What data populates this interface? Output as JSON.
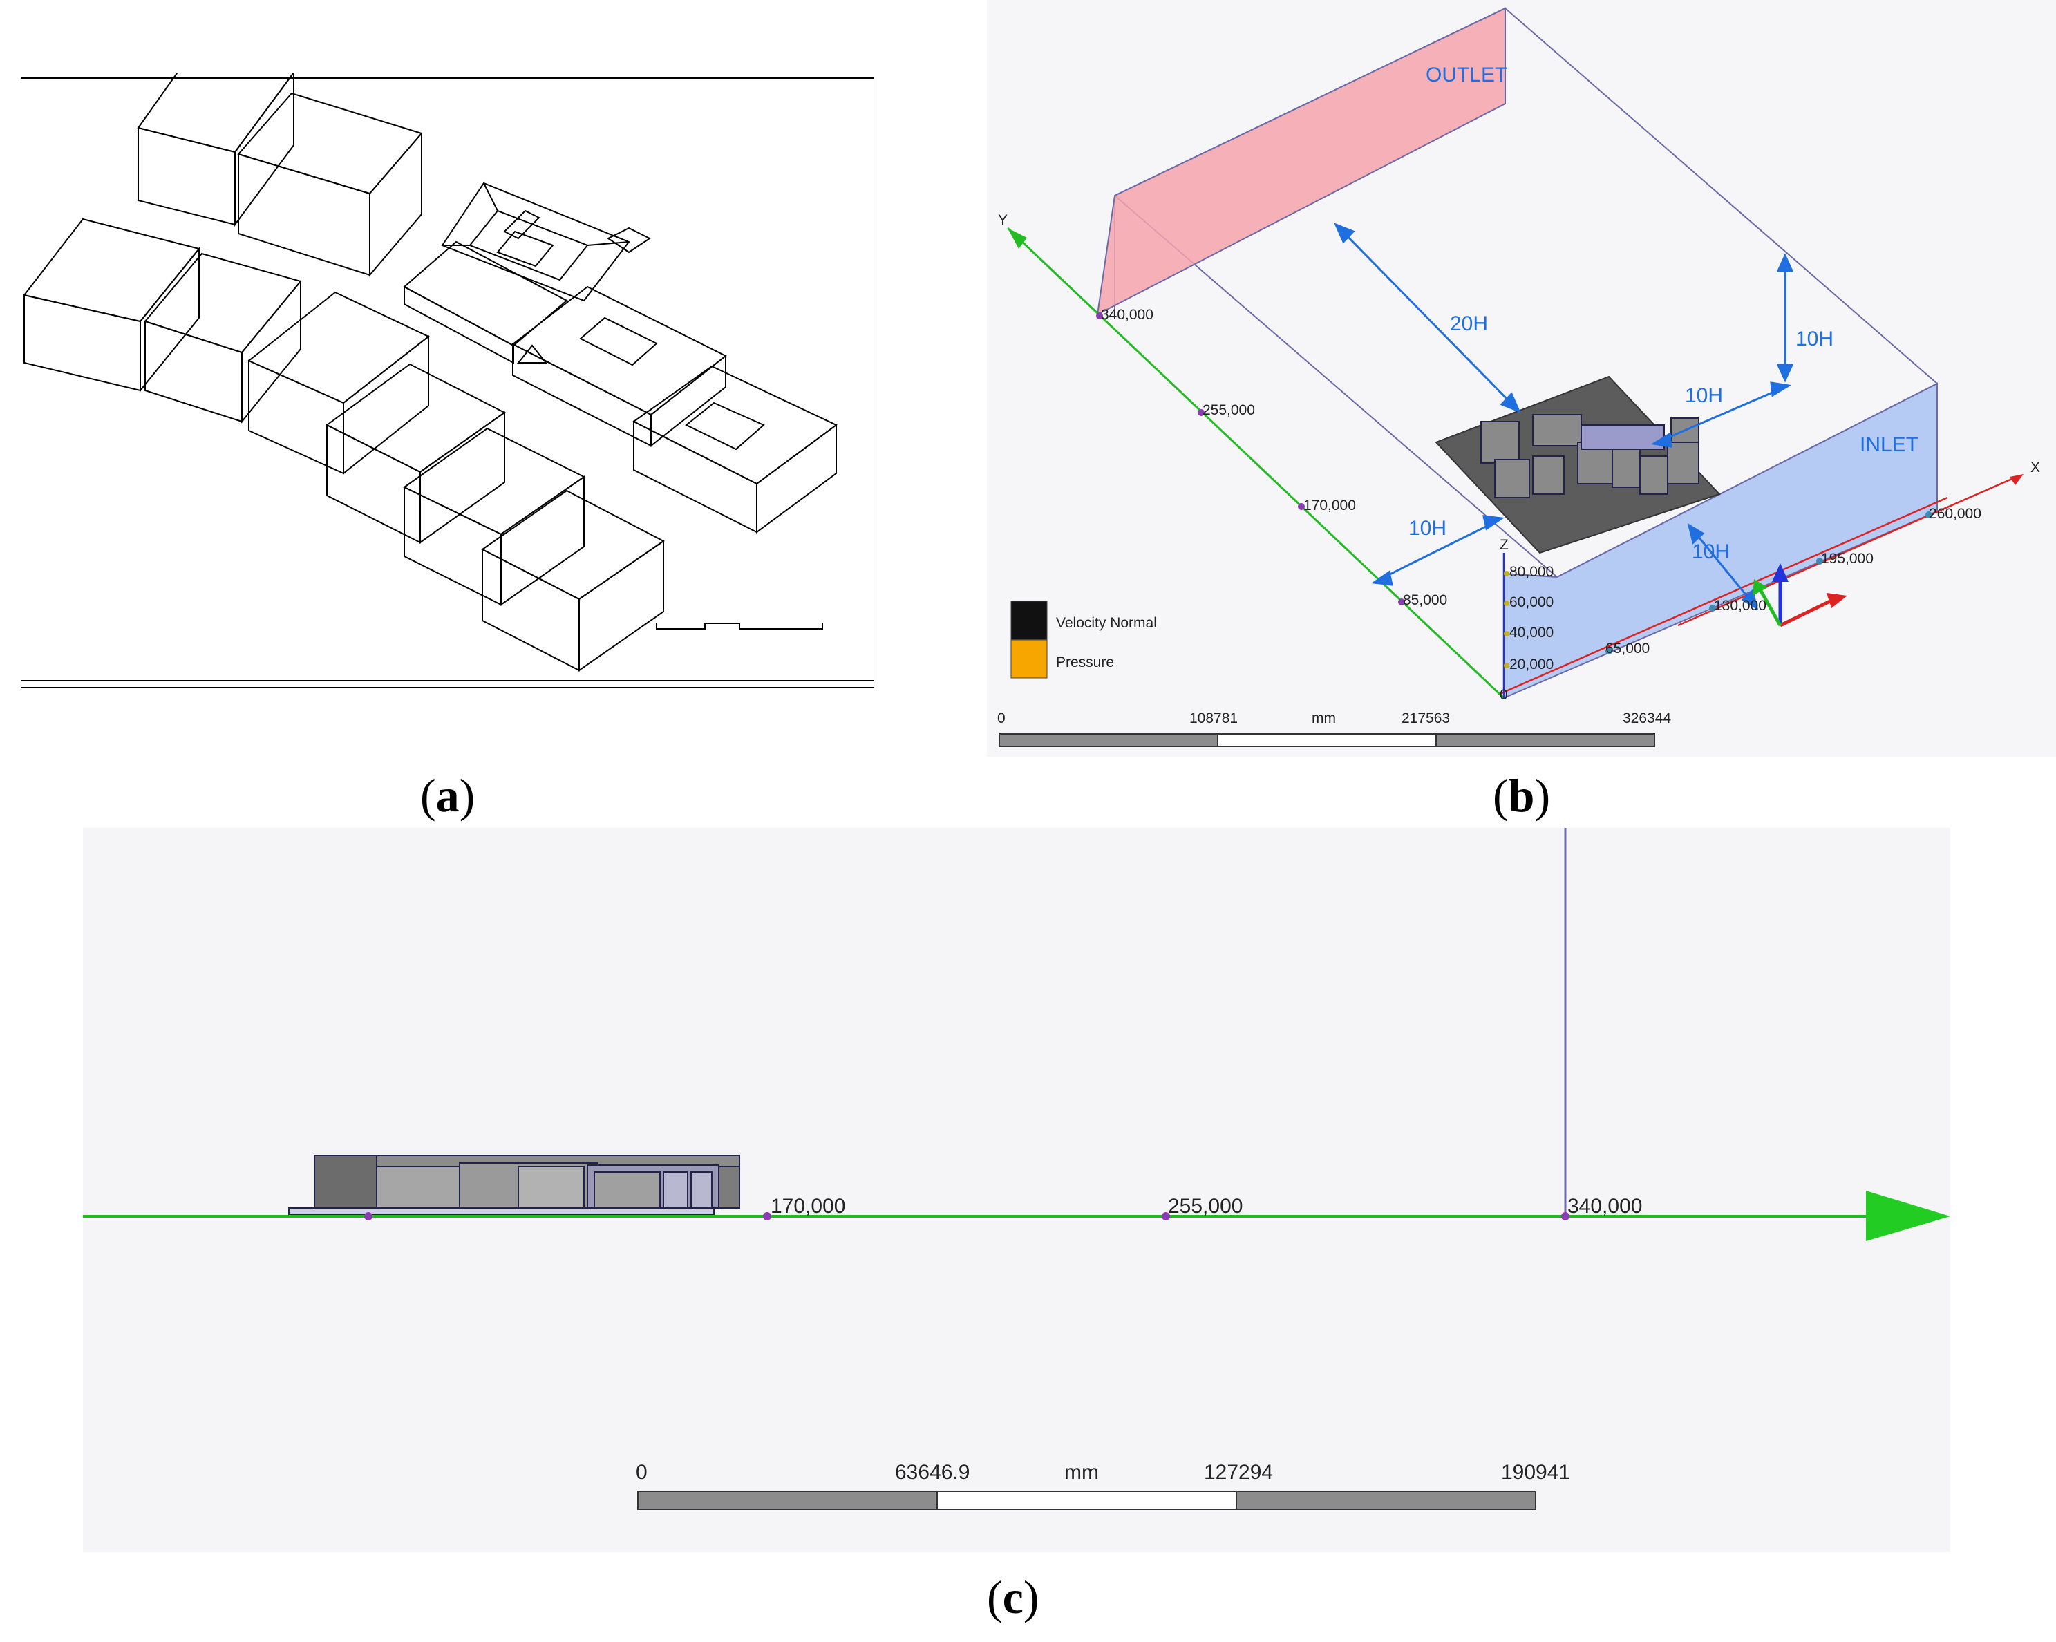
{
  "labels": {
    "a": "a",
    "b": "b",
    "c": "c"
  },
  "panel_b": {
    "outlet": "OUTLET",
    "inlet": "INLET",
    "dims": {
      "d20h": "20H",
      "d10h_top": "10H",
      "d10h_right": "10H",
      "d10h_left": "10H",
      "d10h_front": "10H"
    },
    "axes": {
      "y": "Y",
      "x": "X",
      "z": "Z"
    },
    "y_ticks": [
      "340,000",
      "255,000",
      "170,000",
      "85,000"
    ],
    "x_ticks": [
      "65,000",
      "130,000",
      "195,000",
      "260,000"
    ],
    "z_ticks": [
      "80,000",
      "60,000",
      "40,000",
      "20,000",
      "0"
    ],
    "legend": {
      "velocity": "Velocity Normal",
      "pressure": "Pressure"
    },
    "legend_colors": {
      "velocity": "#111111",
      "pressure": "#f7a600"
    },
    "scale": {
      "t0": "0",
      "t1": "108781",
      "unit": "mm",
      "t2": "217563",
      "t3": "326344"
    }
  },
  "panel_c": {
    "ticks": [
      "170,000",
      "255,000",
      "340,000"
    ],
    "scale": {
      "t0": "0",
      "t1": "63646.9",
      "unit": "mm",
      "t2": "127294",
      "t3": "190941"
    }
  },
  "colors": {
    "outlet": "#f4a3ad",
    "inlet": "#a9c3f3",
    "dim": "#1f6fe0",
    "y_axis": "#22bb22",
    "x_axis": "#dd2222",
    "z_axis": "#2233dd"
  }
}
